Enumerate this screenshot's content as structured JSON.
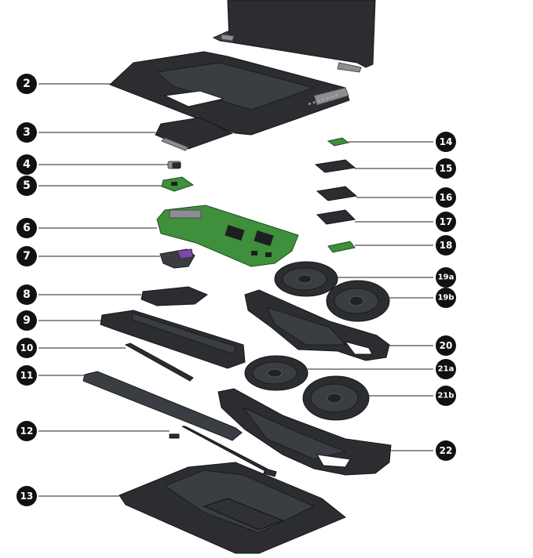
{
  "callouts": [
    {
      "id": "2",
      "label": "2"
    },
    {
      "id": "3",
      "label": "3"
    },
    {
      "id": "4",
      "label": "4"
    },
    {
      "id": "5",
      "label": "5"
    },
    {
      "id": "6",
      "label": "6"
    },
    {
      "id": "7",
      "label": "7"
    },
    {
      "id": "8",
      "label": "8"
    },
    {
      "id": "9",
      "label": "9"
    },
    {
      "id": "10",
      "label": "10"
    },
    {
      "id": "11",
      "label": "11"
    },
    {
      "id": "12",
      "label": "12"
    },
    {
      "id": "13",
      "label": "13"
    },
    {
      "id": "14",
      "label": "14"
    },
    {
      "id": "15",
      "label": "15"
    },
    {
      "id": "16",
      "label": "16"
    },
    {
      "id": "17",
      "label": "17"
    },
    {
      "id": "18",
      "label": "18"
    },
    {
      "id": "19a",
      "label": "19a"
    },
    {
      "id": "19b",
      "label": "19b"
    },
    {
      "id": "20",
      "label": "20"
    },
    {
      "id": "21a",
      "label": "21a"
    },
    {
      "id": "21b",
      "label": "21b"
    },
    {
      "id": "22",
      "label": "22"
    }
  ]
}
